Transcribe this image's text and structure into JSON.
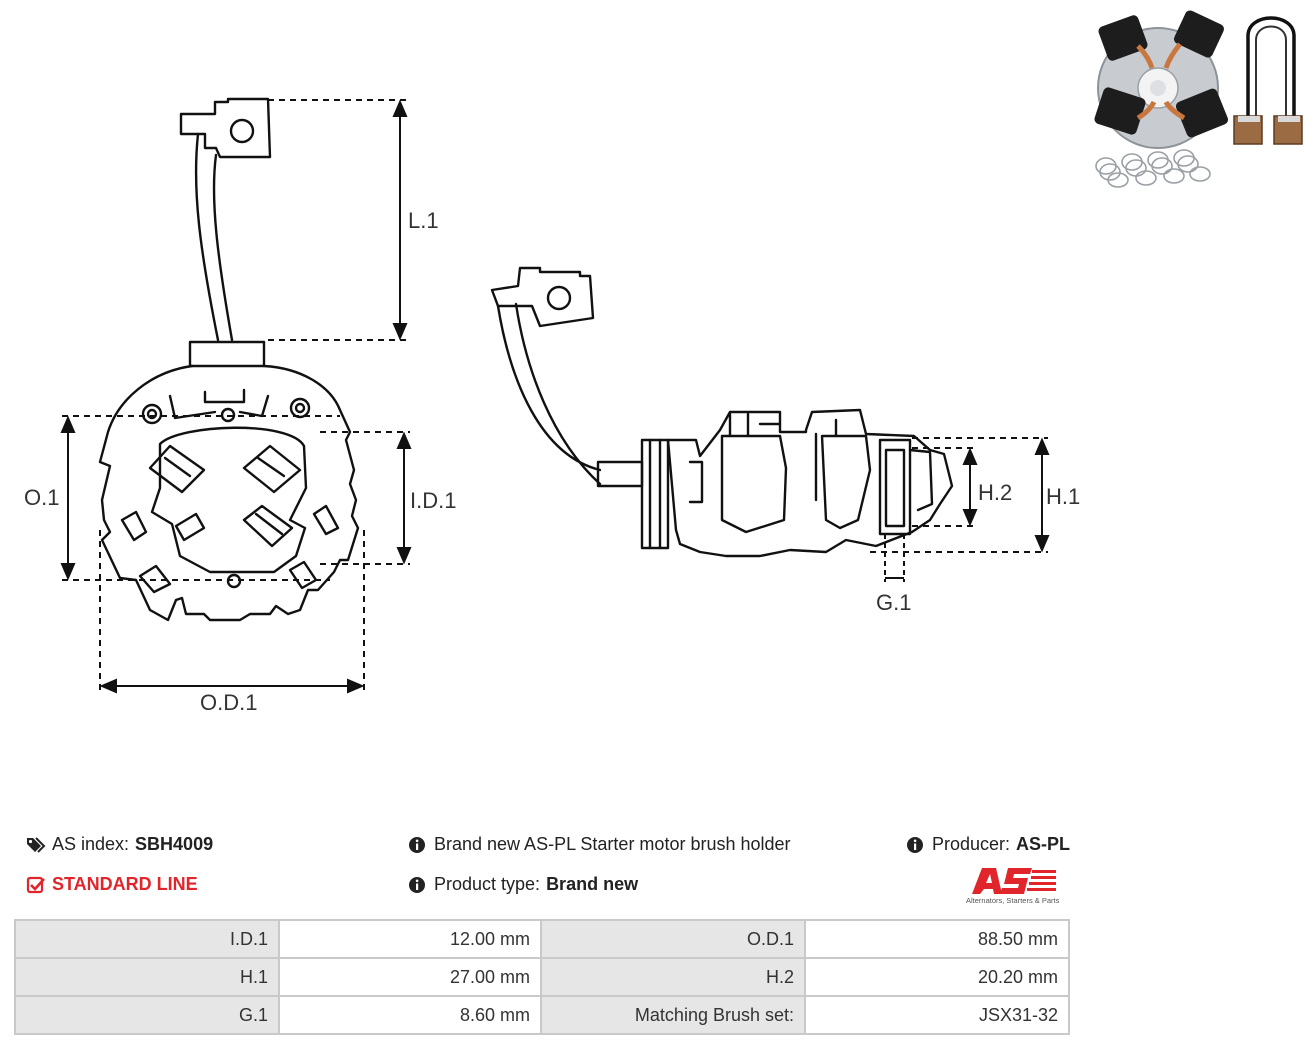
{
  "drawing": {
    "labels": {
      "L1": "L.1",
      "O1": "O.1",
      "ID1": "I.D.1",
      "OD1": "O.D.1",
      "H1": "H.1",
      "H2": "H.2",
      "G1": "G.1"
    }
  },
  "product": {
    "index_label": "AS index:",
    "index_value": "SBH4009",
    "line_label": "STANDARD LINE",
    "description": "Brand new AS-PL Starter motor brush holder",
    "type_label": "Product type:",
    "type_value": "Brand new",
    "producer_label": "Producer:",
    "producer_value": "AS-PL"
  },
  "logo": {
    "mark": "AS",
    "tagline": "Alternators, Starters & Parts"
  },
  "specs": [
    [
      {
        "k": "I.D.1",
        "v": "12.00 mm"
      },
      {
        "k": "O.D.1",
        "v": "88.50 mm"
      }
    ],
    [
      {
        "k": "H.1",
        "v": "27.00 mm"
      },
      {
        "k": "H.2",
        "v": "20.20 mm"
      }
    ],
    [
      {
        "k": "G.1",
        "v": "8.60 mm"
      },
      {
        "k": "Matching Brush set:",
        "v": "JSX31-32"
      }
    ]
  ],
  "colors": {
    "accent_red": "#e0252b",
    "table_key_bg": "#e6e6e6",
    "table_border": "#c9c9c9"
  },
  "icons": {
    "index": "tags-icon",
    "line": "check-square-icon",
    "info": "info-circle-icon"
  }
}
